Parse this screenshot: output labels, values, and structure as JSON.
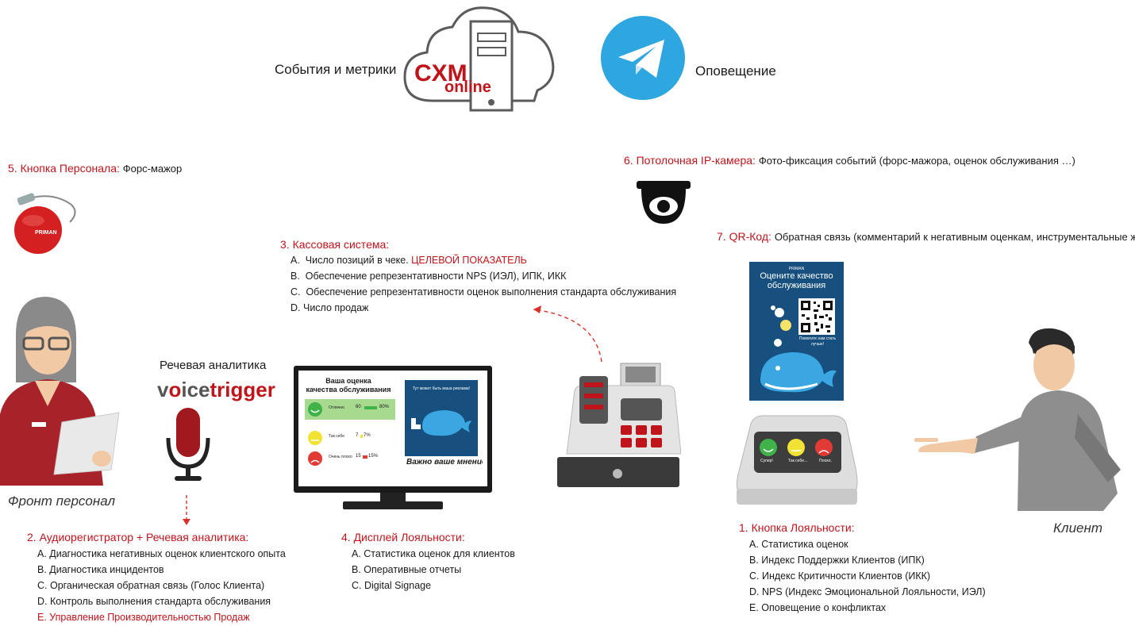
{
  "top": {
    "events_label": "События и метрики",
    "logo_main": "CXM",
    "logo_sub": "online",
    "notify_label": "Оповещение",
    "notify_icon": "telegram-icon"
  },
  "staff_button": {
    "title": "5. Кнопка Персонала:",
    "desc": "Форс-мажор",
    "brand": "PRIMAN"
  },
  "camera": {
    "title": "6. Потолочная IP-камера:",
    "desc": "Фото-фиксация событий (форс-мажора, оценок обслуживания …)"
  },
  "qr": {
    "title": "7. QR-Код:",
    "desc": "Обратная связь (комментарий к негативным оценкам, инструментальные жалобы)",
    "poster_brand": "PRIMAN",
    "poster_title_1": "Оцените качество",
    "poster_title_2": "обслуживания",
    "poster_help": "Помогите нам стать лучше!"
  },
  "cashier": {
    "title": "3. Кассовая система:",
    "items": [
      {
        "prefix": "A.",
        "text": "Число позиций в чеке. ",
        "highlight": "ЦЕЛЕВОЙ ПОКАЗАТЕЛЬ"
      },
      {
        "prefix": "B.",
        "text": "Обеспечение репрезентативности NPS (ИЭЛ), ИПК, ИКК"
      },
      {
        "prefix": "C.",
        "text": "Обеспечение репрезентативности оценок выполнения стандарта обслуживания"
      },
      {
        "prefix": "D.",
        "text": "Число продаж"
      }
    ]
  },
  "speech": {
    "label": "Речевая аналитика",
    "brand_prefix": "v",
    "brand_o": "o",
    "brand_mid": "ice",
    "brand_suffix": "trigger"
  },
  "front": {
    "label": "Фронт персонал"
  },
  "client": {
    "label": "Клиент"
  },
  "monitor": {
    "title_1": "Ваша оценка",
    "title_2": "качества обслуживания",
    "rows": [
      {
        "label": "Отлично",
        "count": "60",
        "pct": "80%",
        "color": "#3fb24a"
      },
      {
        "label": "Так себе",
        "count": "7",
        "pct": "7%",
        "color": "#f2e233"
      },
      {
        "label": "Очень плохо",
        "count": "15",
        "pct": "15%",
        "color": "#e23b36"
      }
    ],
    "ad_text": "Тут может быть ваша реклама!",
    "ticker": "Важно ваше мнение"
  },
  "terminal": {
    "btn_labels": [
      "Супер!",
      "Так себе...",
      "Плохо."
    ]
  },
  "audio": {
    "title": "2. Аудиорегистратор + Речевая аналитика:",
    "items": [
      {
        "text": "A. Диагностика негативных оценок клиентского опыта"
      },
      {
        "text": "B. Диагностика инцидентов"
      },
      {
        "text": "C. Органическая обратная связь (Голос Клиента)"
      },
      {
        "text": "D. Контроль выполнения стандарта обслуживания"
      },
      {
        "text": "E. Управление Производительностью Продаж"
      }
    ]
  },
  "display": {
    "title": "4. Дисплей Лояльности:",
    "items": [
      {
        "text": "A. Статистика оценок для клиентов"
      },
      {
        "text": "B. Оперативные отчеты"
      },
      {
        "text": "C. Digital Signage"
      }
    ]
  },
  "loyalty": {
    "title": "1. Кнопка Лояльности:",
    "items": [
      {
        "text": "A. Статистика оценок"
      },
      {
        "text": "B. Индекс Поддержки Клиентов (ИПК)"
      },
      {
        "text": "C. Индекс Критичности Клиентов (ИКК)"
      },
      {
        "text": "D. NPS (Индекс Эмоциональной Лояльности, ИЭЛ)"
      },
      {
        "text": "E. Оповещение о конфликтах"
      }
    ]
  },
  "colors": {
    "accent_red": "#c0141b",
    "telegram_blue": "#2ea6df",
    "whale_blue": "#1e6fa5",
    "poster_bg": "#17507e"
  }
}
